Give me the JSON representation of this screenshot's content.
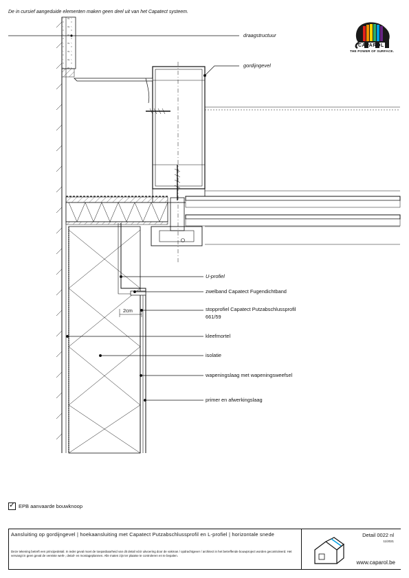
{
  "header_note": "De in cursief aangeduide elementen maken geen deel uit van het Capatect systeem.",
  "logo": {
    "name": "CAPAROL",
    "tagline": "THE POWER OF SURFACE."
  },
  "labels": {
    "draagstructuur": "draagstructuur",
    "gordijngevel": "gordijngevel",
    "u_profiel": "U-profiel",
    "zwelband": "zwelband Capatect Fugendichtband",
    "stopprofiel_line1": "stopprofiel Capatect Putzabschlussprofil",
    "stopprofiel_line2": "661/59",
    "kleefmortel": "kleefmortel",
    "isolatie": "isolatie",
    "wapeningslaag": "wapeningslaag met wapeningsweefsel",
    "primer": "primer en afwerkingslaag",
    "dimension": "2cm"
  },
  "epb": {
    "label": "EPB aanvaarde bouwknoop"
  },
  "title_block": {
    "title": "Aansluiting op gordijngevel | hoekaansluiting met Capatect Putzabschlussprofil en L-profiel | horizontale snede",
    "disclaimer": "Deze tekening betreft een principedetail. In ieder geval moet de toepasbaarheid van dit detail vóór uitvoering door de vakman / opdrachtgever / architect in het betreffende bouwproject worden gecontroleerd. Het vervangt in geen geval de vereiste werk-, detail- en montageplannen. Alle maten zijn ter plaatse te controleren en te bepalen.",
    "detail_number": "Detail 0022 nl",
    "date": "11/2021",
    "website": "www.caparol.be"
  },
  "colors": {
    "line": "#111111",
    "hatch": "#333333"
  }
}
